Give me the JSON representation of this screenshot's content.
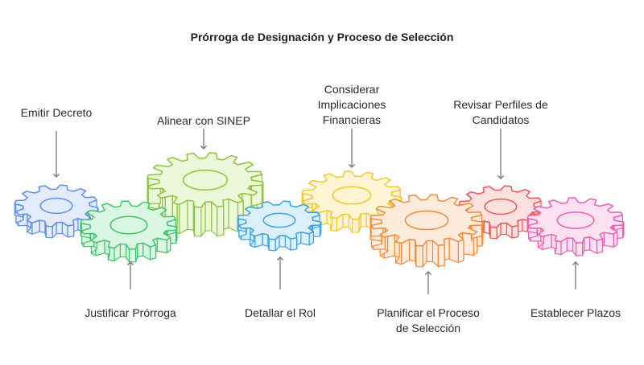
{
  "title": "Prórroga de Designación y Proceso de Selección",
  "steps": [
    {
      "id": "emitir",
      "lines": [
        "Emitir Decreto"
      ],
      "color": "#5b8def",
      "fill": "#e3ecfc",
      "position": "top"
    },
    {
      "id": "justificar",
      "lines": [
        "Justificar Prórroga"
      ],
      "color": "#3fc46a",
      "fill": "#dcf6e4",
      "position": "bottom"
    },
    {
      "id": "alinear",
      "lines": [
        "Alinear con SINEP"
      ],
      "color": "#8cc43d",
      "fill": "#edf7d9",
      "position": "top"
    },
    {
      "id": "detallar",
      "lines": [
        "Detallar el Rol"
      ],
      "color": "#3aa3e0",
      "fill": "#dcf0fb",
      "position": "bottom"
    },
    {
      "id": "considerar",
      "lines": [
        "Considerar",
        "Implicaciones",
        "Financieras"
      ],
      "color": "#f0c82e",
      "fill": "#fdf5d3",
      "position": "top"
    },
    {
      "id": "planificar",
      "lines": [
        "Planificar el Proceso",
        "de Selección"
      ],
      "color": "#f28a3c",
      "fill": "#fdebdc",
      "position": "bottom"
    },
    {
      "id": "revisar",
      "lines": [
        "Revisar Perfiles de",
        "Candidatos"
      ],
      "color": "#ee5555",
      "fill": "#fde1e1",
      "position": "top"
    },
    {
      "id": "establecer",
      "lines": [
        "Establecer Plazos"
      ],
      "color": "#e95fb3",
      "fill": "#fce1f1",
      "position": "bottom"
    }
  ]
}
